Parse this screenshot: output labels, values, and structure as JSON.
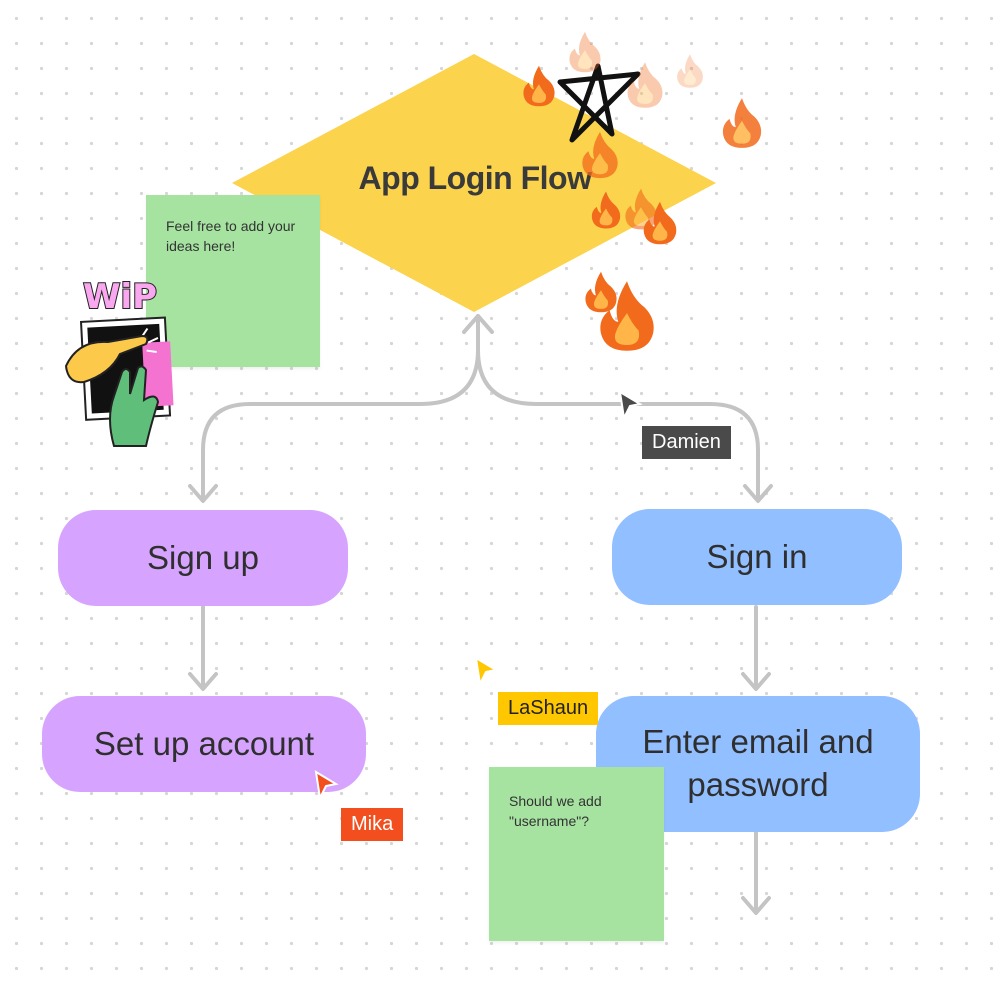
{
  "diagram": {
    "title": "App Login Flow",
    "nodes": {
      "sign_up": "Sign up",
      "sign_in": "Sign in",
      "set_up_account": "Set up account",
      "enter_email_password": "Enter email and password"
    },
    "sticky_notes": {
      "ideas": "Feel free to add your ideas here!",
      "username": "Should we add \"username\"?"
    },
    "collaborators": [
      {
        "name": "Damien",
        "color": "#4a4a4a"
      },
      {
        "name": "LaShaun",
        "color": "#ffc700"
      },
      {
        "name": "Mika",
        "color": "#f24e1e"
      }
    ],
    "stickers": {
      "wip": "WiP"
    },
    "colors": {
      "diamond": "#fcd34d",
      "purple_node": "#d6a4ff",
      "blue_node": "#92bfff",
      "sticky": "#a6e3a1",
      "connector": "#c4c4c4"
    }
  }
}
